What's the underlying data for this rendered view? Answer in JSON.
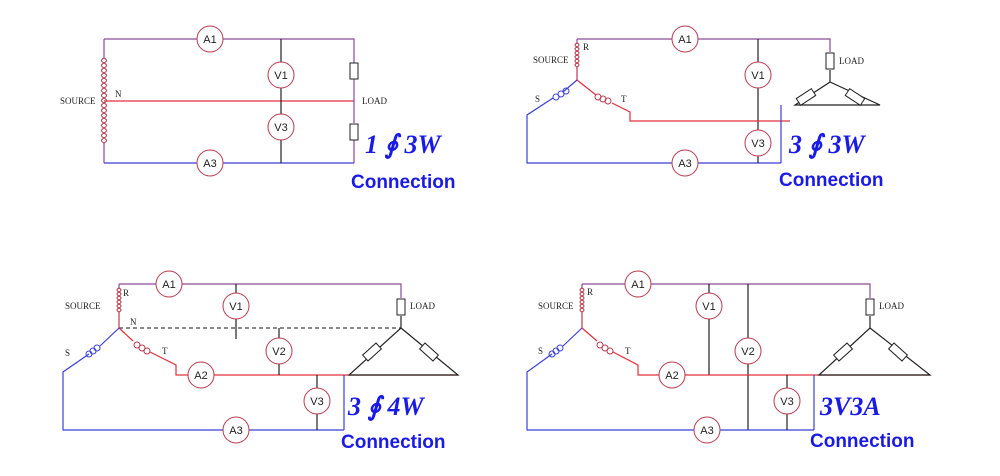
{
  "colors": {
    "red": "#e0303a",
    "blue": "#3b3fd8",
    "purple": "#8a4a9a",
    "black": "#222222",
    "title": "#1a1ae6",
    "meter": "#b83a4e"
  },
  "diagrams": [
    {
      "title": "1 ∮ 3W",
      "subtitle": "Connection",
      "labels": {
        "source": "SOURCE",
        "neutral": "N",
        "load": "LOAD"
      },
      "meters": {
        "a1": "A1",
        "v1": "V1",
        "v3": "V3",
        "a3": "A3"
      }
    },
    {
      "title": "3 ∮ 3W",
      "subtitle": "Connection",
      "labels": {
        "source": "SOURCE",
        "r": "R",
        "s": "S",
        "t": "T",
        "load": "LOAD"
      },
      "meters": {
        "a1": "A1",
        "v1": "V1",
        "v3": "V3",
        "a3": "A3"
      }
    },
    {
      "title": "3 ∮ 4W",
      "subtitle": "Connection",
      "labels": {
        "source": "SOURCE",
        "r": "R",
        "s": "S",
        "t": "T",
        "neutral": "N",
        "load": "LOAD"
      },
      "meters": {
        "a1": "A1",
        "v1": "V1",
        "v2": "V2",
        "a2": "A2",
        "v3": "V3",
        "a3": "A3"
      }
    },
    {
      "title": "3V3A",
      "subtitle": "Connection",
      "labels": {
        "source": "SOURCE",
        "r": "R",
        "s": "S",
        "t": "T",
        "load": "LOAD"
      },
      "meters": {
        "a1": "A1",
        "v1": "V1",
        "v2": "V2",
        "a2": "A2",
        "v3": "V3",
        "a3": "A3"
      }
    }
  ]
}
